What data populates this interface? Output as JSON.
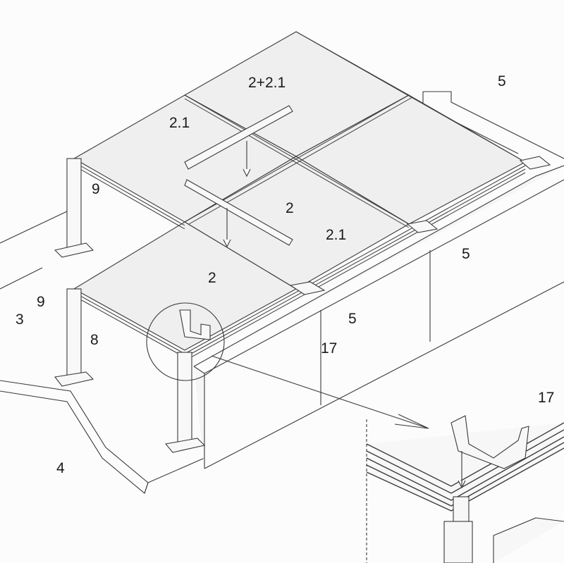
{
  "labels": {
    "top_beam": "2+2.1",
    "wall_top": "5",
    "beam_upper_left": "2.1",
    "post_upper": "9",
    "beam_mid": "2",
    "beam_lower_right": "2.1",
    "wall_right": "5",
    "beam_front": "2",
    "post_lower": "9",
    "ground": "3",
    "frame_edge": "8",
    "wall_front": "5",
    "bracket": "17",
    "base_plate": "4",
    "detail_bracket": "17"
  },
  "colors": {
    "line": "#3a3a3a",
    "panel": "#ececec",
    "wall": "#f5f5f5"
  }
}
